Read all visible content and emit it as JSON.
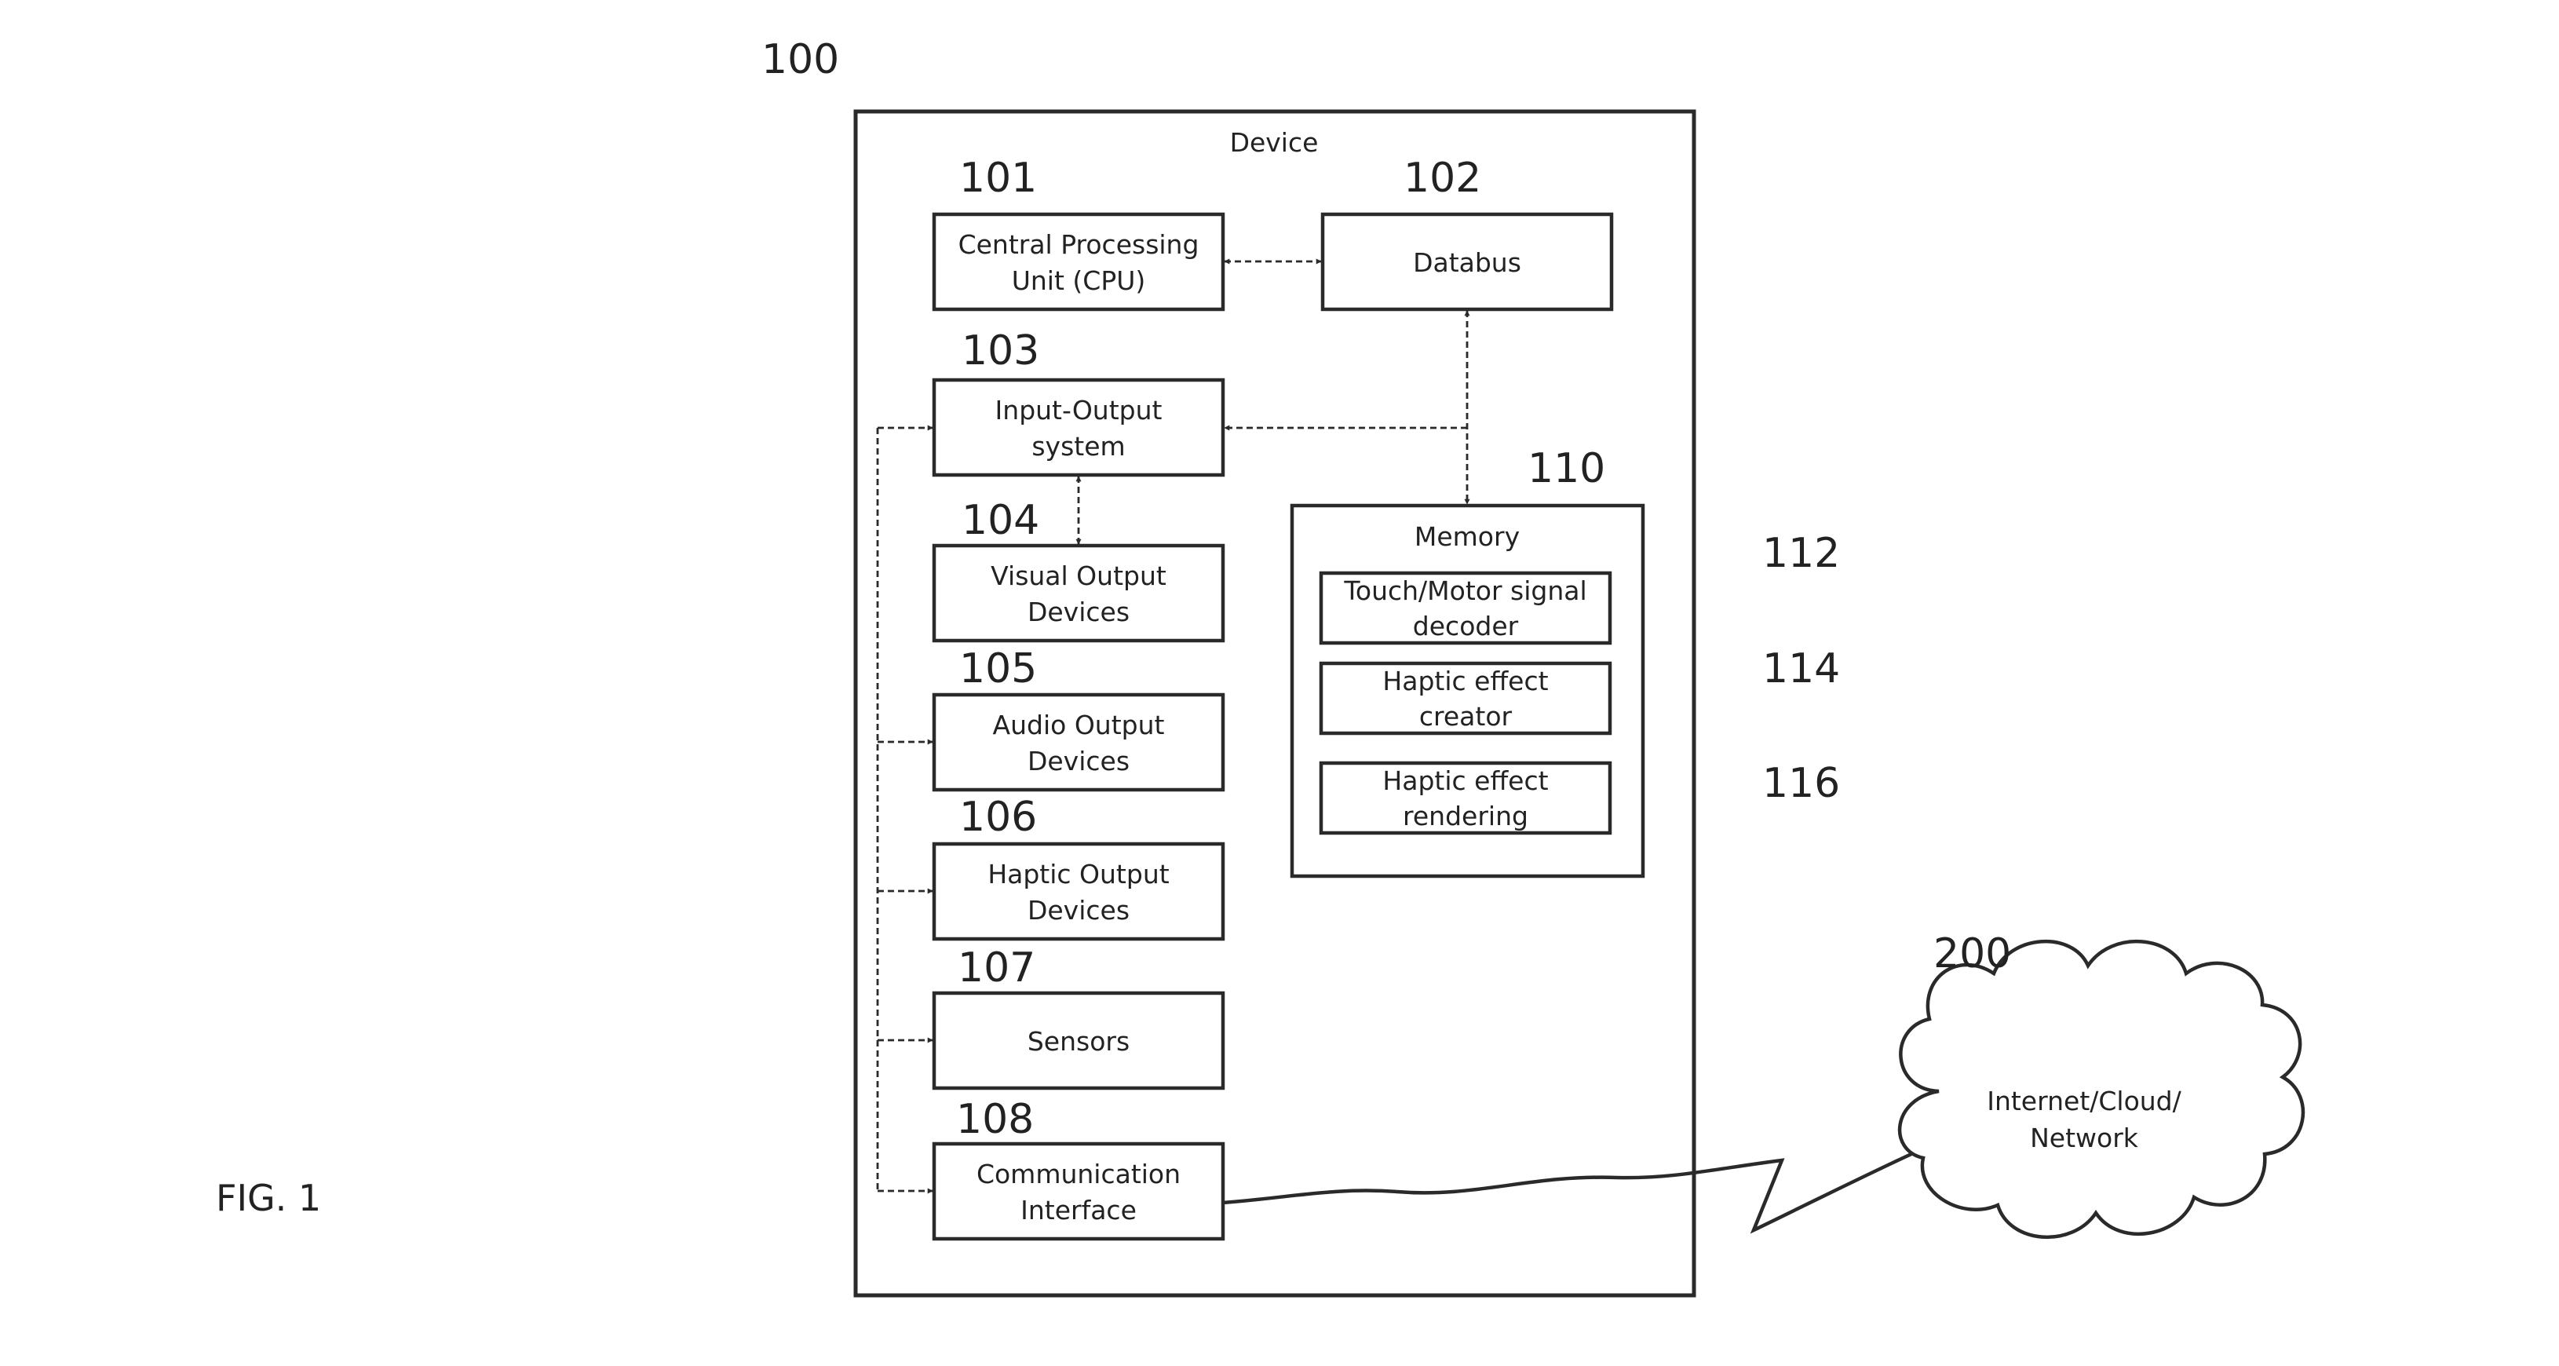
{
  "figure": {
    "fig_label": "FIG. 1",
    "ref_system": "100",
    "ref_network": "200",
    "network_label": [
      "Internet/Cloud/",
      "Network"
    ]
  },
  "device": {
    "title": "Device",
    "cpu": {
      "ref": "101",
      "label": [
        "Central Processing",
        "Unit (CPU)"
      ]
    },
    "databus": {
      "ref": "102",
      "label": [
        "Databus"
      ]
    },
    "io": {
      "ref": "103",
      "label": [
        "Input-Output",
        "system"
      ]
    },
    "visual": {
      "ref": "104",
      "label": [
        "Visual Output",
        "Devices"
      ]
    },
    "audio": {
      "ref": "105",
      "label": [
        "Audio Output",
        "Devices"
      ]
    },
    "haptic": {
      "ref": "106",
      "label": [
        "Haptic Output",
        "Devices"
      ]
    },
    "sensors": {
      "ref": "107",
      "label": [
        "Sensors"
      ]
    },
    "comm": {
      "ref": "108",
      "label": [
        "Communication",
        "Interface"
      ]
    },
    "memory": {
      "ref": "110",
      "title": "Memory",
      "decoder": {
        "ref": "112",
        "label": [
          "Touch/Motor signal",
          "decoder"
        ]
      },
      "creator": {
        "ref": "114",
        "label": [
          "Haptic effect",
          "creator"
        ]
      },
      "rendering": {
        "ref": "116",
        "label": [
          "Haptic effect",
          "rendering"
        ]
      }
    }
  }
}
